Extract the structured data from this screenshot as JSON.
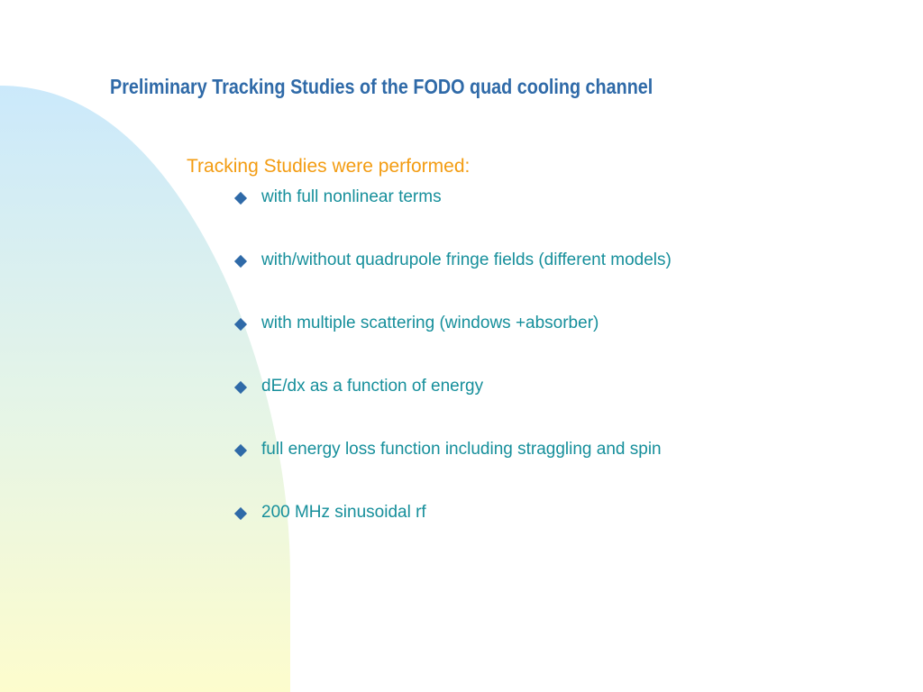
{
  "slide": {
    "title": "Preliminary Tracking Studies of the FODO quad cooling channel",
    "intro": "Tracking Studies were performed:",
    "bullets": [
      {
        "text": "with full nonlinear terms"
      },
      {
        "text": "with/without quadrupole fringe fields (different models)"
      },
      {
        "text": "with multiple scattering (windows +absorber)"
      },
      {
        "text": "dE/dx as a function of energy"
      },
      {
        "text": "full energy loss function including straggling and spin"
      },
      {
        "text": "200 MHz sinusoidal rf"
      }
    ],
    "bullet_icon": "diamond-bullet-icon",
    "colors": {
      "title": "#2f6aa8",
      "intro": "#f39c12",
      "bullet_text": "#168f9b",
      "bullet_icon": "#2f6aa8",
      "background_shape_top": "#cbe9fb",
      "background_shape_bottom": "#fdfccd"
    }
  }
}
